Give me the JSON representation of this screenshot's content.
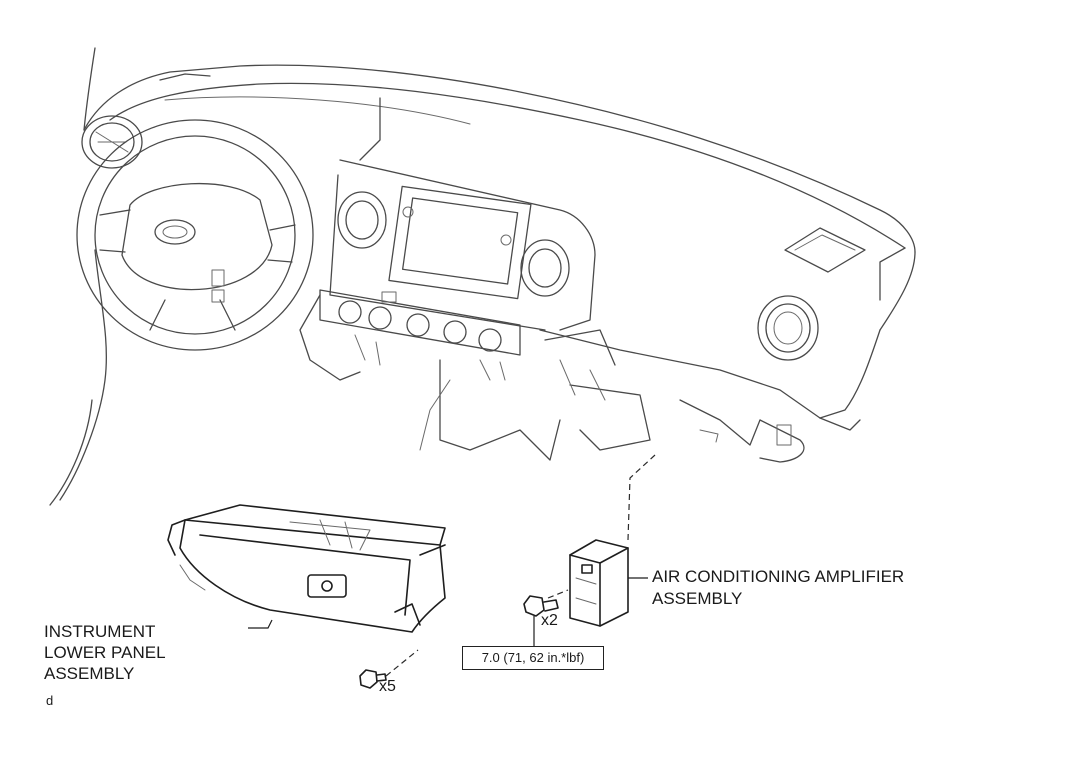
{
  "labels": {
    "ac_amplifier_line1": "AIR CONDITIONING AMPLIFIER",
    "ac_amplifier_line2": "ASSEMBLY",
    "instrument_line1": "INSTRUMENT",
    "instrument_line2": "LOWER PANEL",
    "instrument_line3": "ASSEMBLY",
    "bolt_qty_amplifier": "x2",
    "bolt_qty_panel": "x5",
    "torque_spec": "7.0 (71, 62 in.*lbf)",
    "figure_code": "d"
  }
}
